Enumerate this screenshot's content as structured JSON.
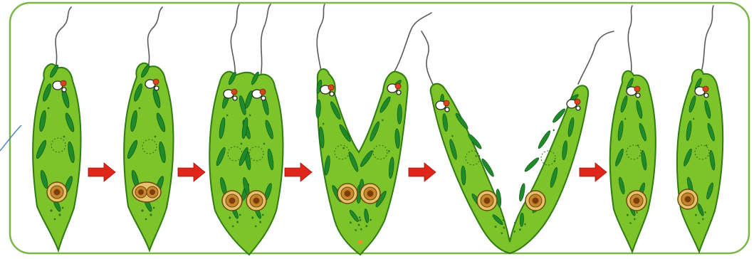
{
  "diagram": {
    "stages": [
      {
        "id": "stage-1",
        "state": "single cell"
      },
      {
        "id": "stage-2",
        "state": "nucleus dividing"
      },
      {
        "id": "stage-3",
        "state": "two nuclei, flagella duplicated"
      },
      {
        "id": "stage-4",
        "state": "cell splitting longitudinally"
      },
      {
        "id": "stage-5",
        "state": "daughters nearly separated"
      },
      {
        "id": "stage-6",
        "state": "two daughter cells"
      }
    ],
    "colors": {
      "frame": "#7ab648",
      "cell": "#7cc42a",
      "chloroplast": "#1f8a2a",
      "nucleus": "#e7c26a",
      "eyespot": "#d9441c",
      "arrow": "#e0261b",
      "connector": "#4a7fc1"
    }
  }
}
